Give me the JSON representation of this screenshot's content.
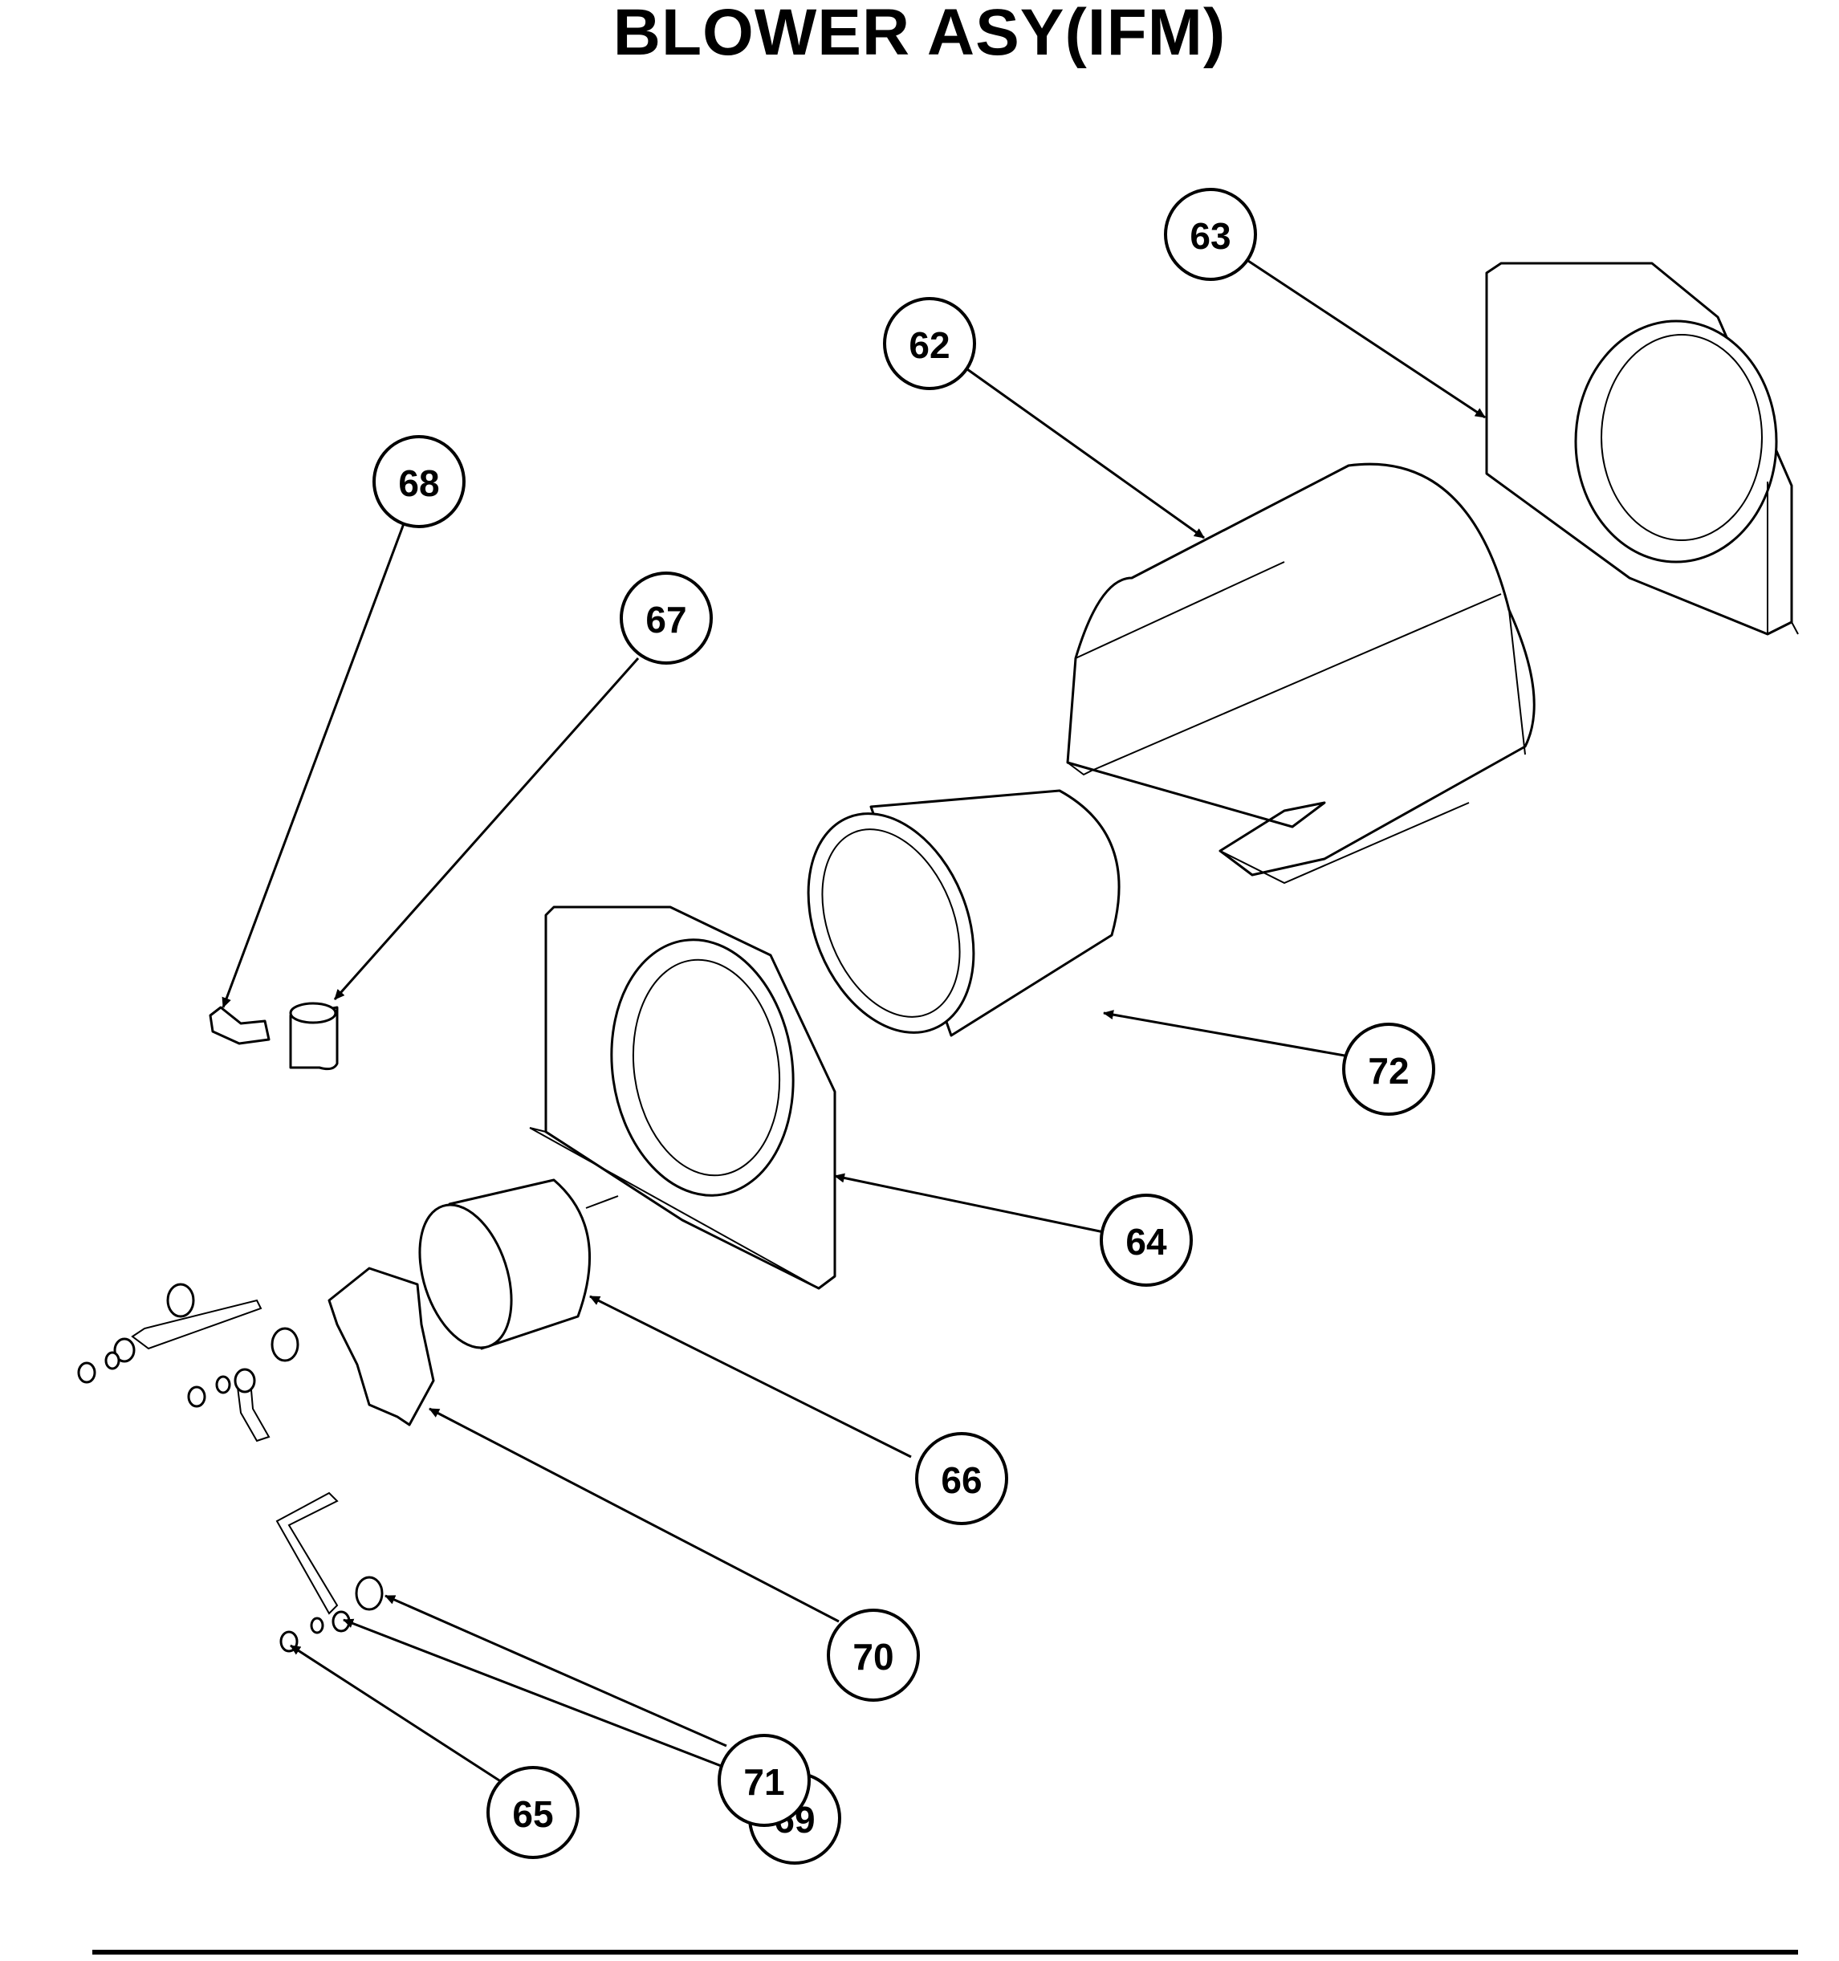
{
  "title": "BLOWER ASY(IFM)",
  "callouts": [
    {
      "id": "62",
      "label": "62"
    },
    {
      "id": "63",
      "label": "63"
    },
    {
      "id": "64",
      "label": "64"
    },
    {
      "id": "65",
      "label": "65"
    },
    {
      "id": "66",
      "label": "66"
    },
    {
      "id": "67",
      "label": "67"
    },
    {
      "id": "68",
      "label": "68"
    },
    {
      "id": "69",
      "label": "69"
    },
    {
      "id": "70",
      "label": "70"
    },
    {
      "id": "71",
      "label": "71"
    },
    {
      "id": "72",
      "label": "72"
    }
  ]
}
